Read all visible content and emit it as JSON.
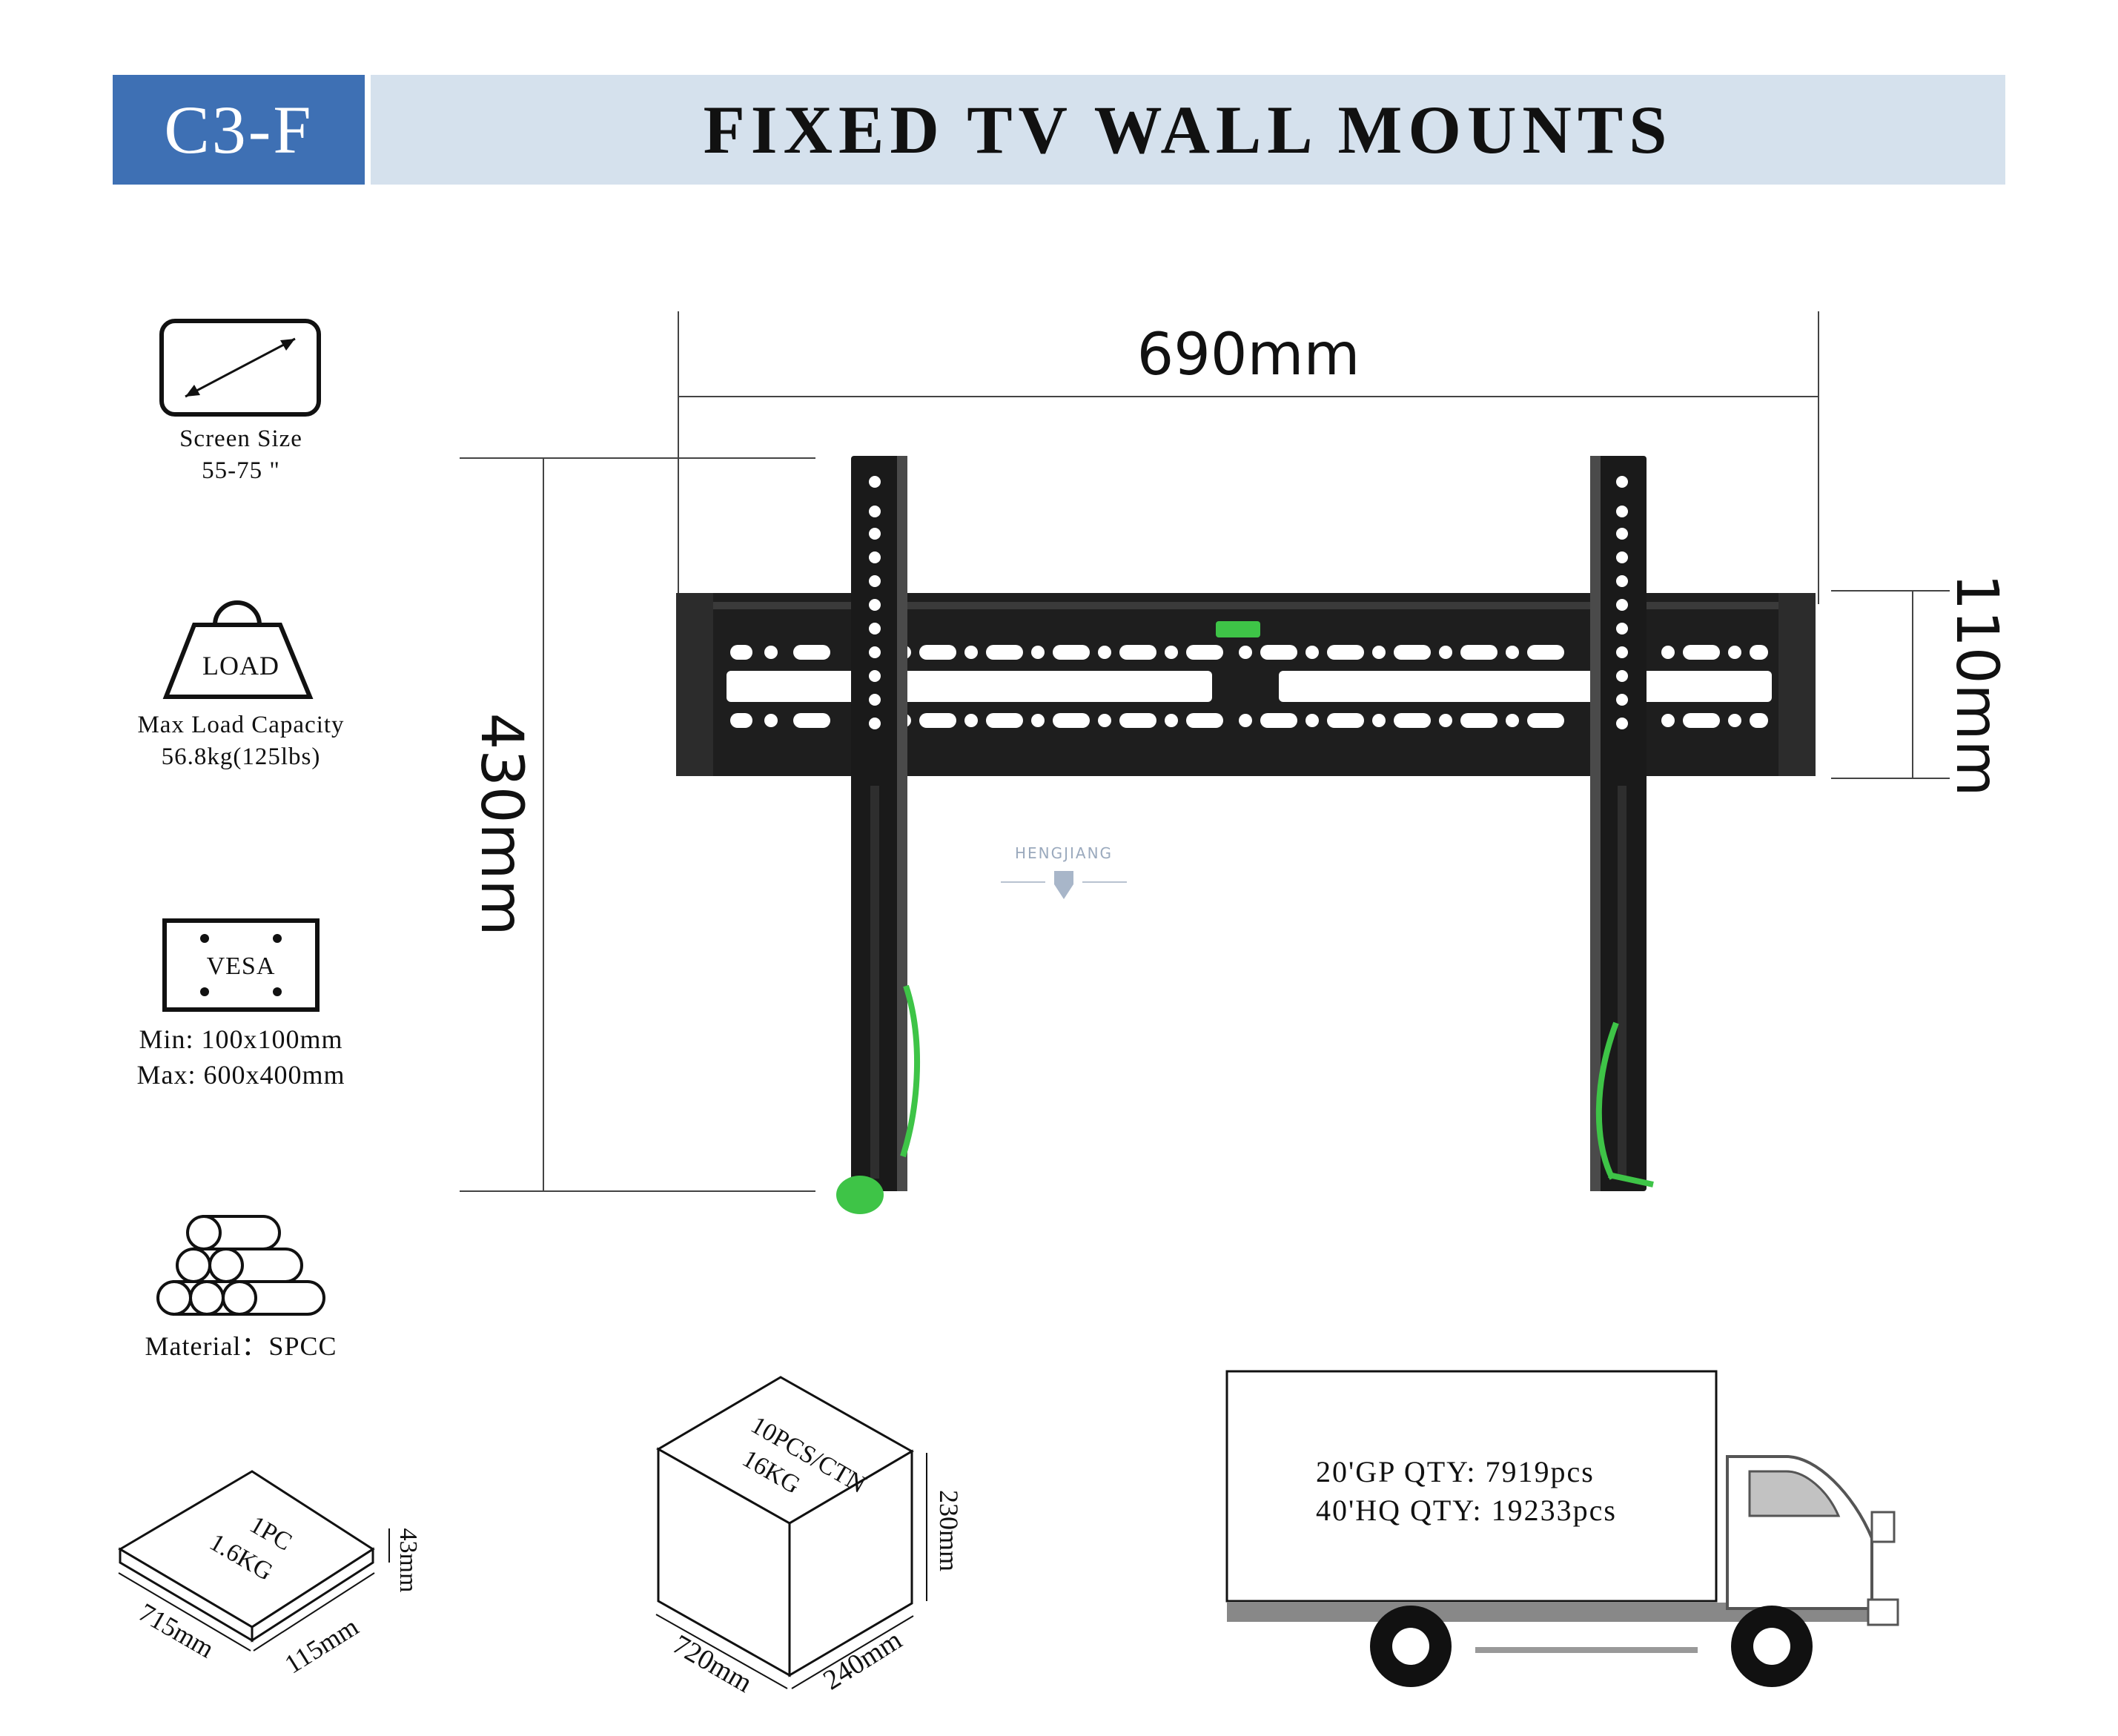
{
  "header": {
    "model": "C3-F",
    "title": "FIXED TV WALL MOUNTS"
  },
  "specs": {
    "screen_size": {
      "label": "Screen Size",
      "value": "55-75 \""
    },
    "load": {
      "icon_text": "LOAD",
      "label": "Max Load Capacity",
      "value": "56.8kg(125lbs)"
    },
    "vesa": {
      "icon_text": "VESA",
      "min": "Min: 100x100mm",
      "max": "Max: 600x400mm"
    },
    "material": {
      "label": "Material：SPCC"
    }
  },
  "dimensions": {
    "width": "690mm",
    "height": "430mm",
    "depth": "110mm"
  },
  "watermark": {
    "brand": "HENGJIANG"
  },
  "package_single": {
    "line1": "1PC",
    "line2": "1.6KG",
    "length": "715mm",
    "width": "115mm",
    "height": "43mm"
  },
  "package_carton": {
    "line1": "10PCS/CTN",
    "line2": "16KG",
    "length": "720mm",
    "width": "240mm",
    "height": "230mm"
  },
  "shipping": {
    "gp20": "20'GP QTY: 7919pcs",
    "hq40": "40'HQ QTY: 19233pcs"
  },
  "colors": {
    "header_blue": "#3e70b4",
    "header_light": "#d5e1ed",
    "mount_black": "#1e1e1e",
    "accent_green": "#3ec447"
  }
}
